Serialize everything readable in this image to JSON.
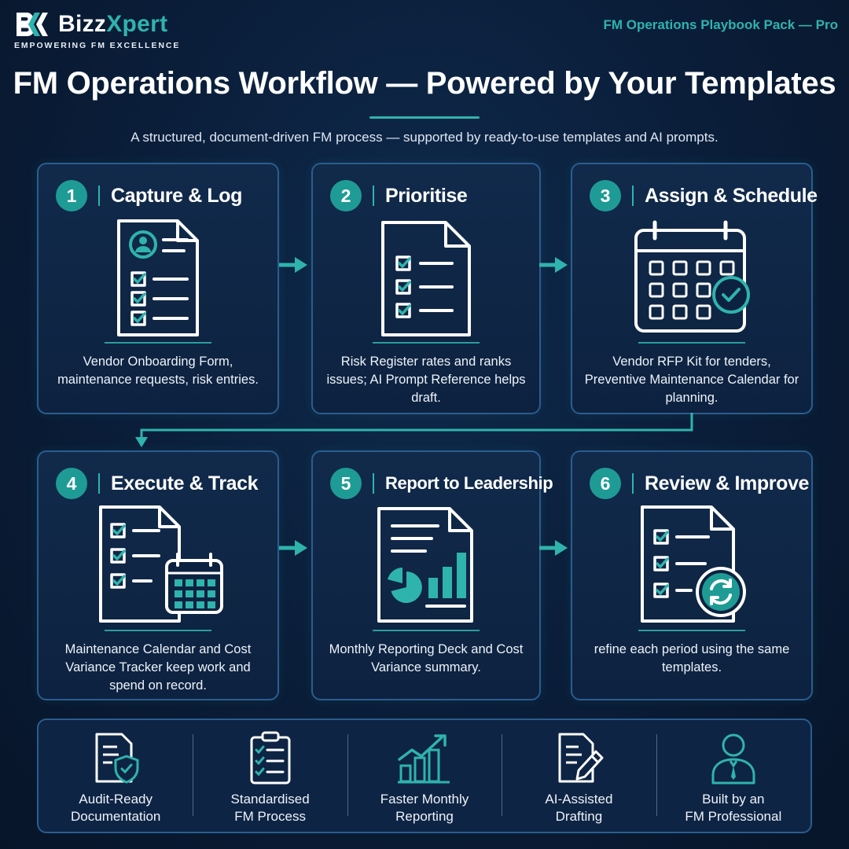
{
  "brand": {
    "name_main": "Bizz",
    "name_accent": "Xpert",
    "tagline": "EMPOWERING FM EXCELLENCE",
    "logo_icon": "bk-monogram-icon"
  },
  "pack_label": "FM Operations Playbook Pack — Pro",
  "title": "FM Operations Workflow — Powered by Your Templates",
  "subtitle": "A structured, document-driven FM process — supported by ready-to-use templates and AI prompts.",
  "colors": {
    "accent": "#2fb3ad",
    "background": "#0a1d38",
    "card_border": "#2b5d8e"
  },
  "steps": [
    {
      "number": "1",
      "title": "Capture & Log",
      "icon": "user-checklist-document-icon",
      "description": "Vendor Onboarding Form, maintenance requests, risk entries."
    },
    {
      "number": "2",
      "title": "Prioritise",
      "icon": "checklist-document-icon",
      "description": "Risk Register rates and ranks issues; AI Prompt Reference helps draft."
    },
    {
      "number": "3",
      "title": "Assign & Schedule",
      "icon": "calendar-check-icon",
      "description": "Vendor RFP Kit for tenders, Preventive Maintenance Calendar for planning."
    },
    {
      "number": "4",
      "title": "Execute & Track",
      "icon": "checklist-calendar-icon",
      "description": "Maintenance Calendar and Cost Variance Tracker keep work and spend on record."
    },
    {
      "number": "5",
      "title": "Report to Leadership",
      "icon": "report-chart-document-icon",
      "description": "Monthly Reporting Deck and Cost Variance summary."
    },
    {
      "number": "6",
      "title": "Review & Improve",
      "icon": "checklist-refresh-icon",
      "description": "refine each period using the same templates."
    }
  ],
  "benefits": [
    {
      "icon": "shield-document-icon",
      "label": "Audit-Ready\nDocumentation"
    },
    {
      "icon": "clipboard-checklist-icon",
      "label": "Standardised\nFM Process"
    },
    {
      "icon": "growth-chart-icon",
      "label": "Faster Monthly\nReporting"
    },
    {
      "icon": "document-pen-icon",
      "label": "AI-Assisted\nDrafting"
    },
    {
      "icon": "professional-person-icon",
      "label": "Built by an\nFM Professional"
    }
  ]
}
